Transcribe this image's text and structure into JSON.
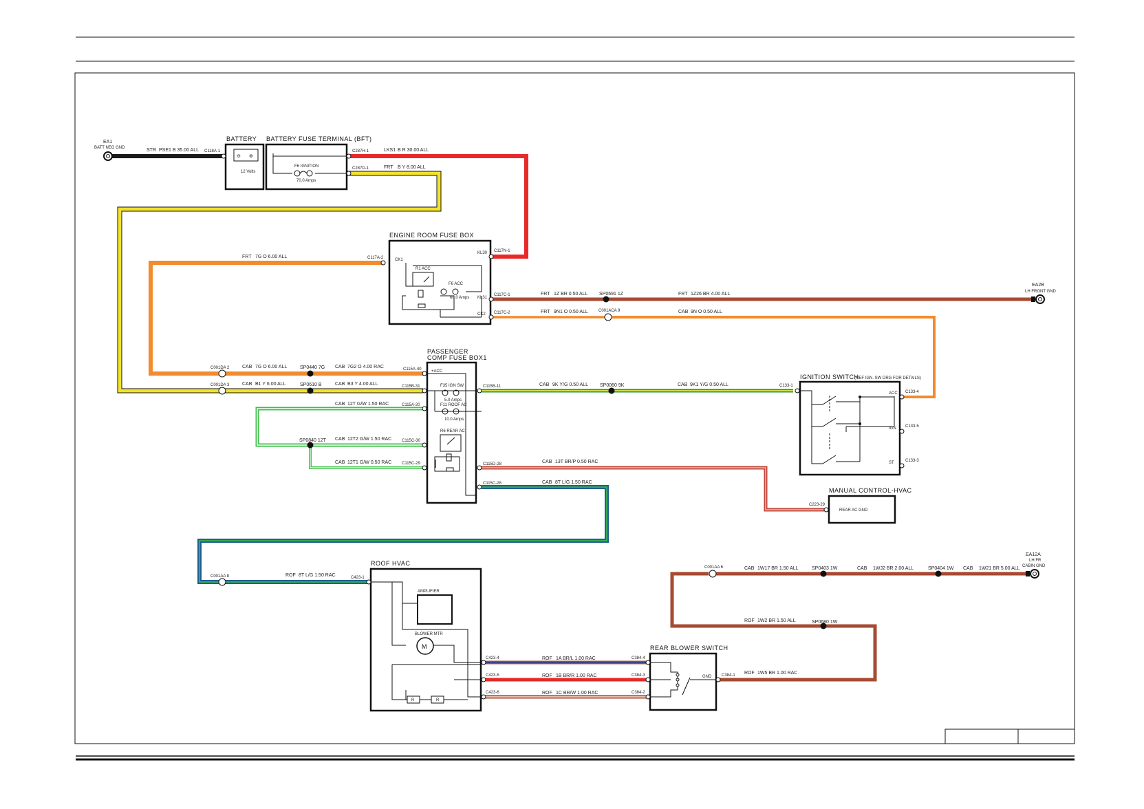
{
  "components": {
    "battery": "BATTERY",
    "battery_sub": "12 Volts",
    "bft": "BATTERY FUSE TERMINAL (BFT)",
    "bft_fuse": "F6 IGNITION",
    "bft_fuse_amps": "70.0 Amps",
    "erfb": "ENGINE ROOM FUSE BOX",
    "erfb_relay": "R1 ACC",
    "erfb_fuse": "F6 ACC",
    "erfb_fuse_amps": "60.0 Amps",
    "pcfb_1": "PASSENGER",
    "pcfb_2": "COMP FUSE BOX1",
    "pcfb_acc": "+ACC",
    "pcfb_f1": "F35 IGN SW",
    "pcfb_f1_amps": "5.0 Amps",
    "pcfb_f2": "F11 ROOF AC",
    "pcfb_f2_amps": "10.0 Amps",
    "pcfb_relay": "R6 REAR AC",
    "ign_switch": "IGNITION SWITCH",
    "ign_note": "(REF IGN. SW DRG FOR DETAILS)",
    "ign_acc": "ACC",
    "ign_ign": "IGN",
    "ign_st": "ST",
    "manual_hvac": "MANUAL CONTROL-HVAC",
    "manual_hvac_sub": "REAR AC GND",
    "roof_hvac": "ROOF HVAC",
    "amplifier": "AMPLIFIER",
    "blower_mtr": "BLOWER MTR",
    "motor_m": "M",
    "res_r1": "R",
    "res_r2": "R",
    "rear_blower": "REAR BLOWER SWITCH",
    "rear_blower_gnd": "GND"
  },
  "grounds": {
    "ea1": "EA1",
    "ea1_sub": "BATT NEG GND",
    "ea2b": "EA2B",
    "ea2b_sub": "LH FRONT GND",
    "ea12a": "EA12A",
    "ea12a_sub1": "LH FR",
    "ea12a_sub2": "CABIN GND"
  },
  "wire_labels": {
    "w1_harness": "STR",
    "w1_desc": "PSE1 B 35.00 ALL",
    "w2_harness": "LKS1",
    "w2_desc": "B R 30.00 ALL",
    "w3_harness": "FRT",
    "w3_desc": "B Y 8.00 ALL",
    "w4_harness": "FRT",
    "w4_desc": "7G O 6.00 ALL",
    "w5a_harness": "FRT",
    "w5a_desc": "1Z BR 0.50 ALL",
    "w5_splice": "SP0691 1Z",
    "w5b_harness": "FRT",
    "w5b_desc": "1Z26 BR 4.00 ALL",
    "w6a_harness": "FRT",
    "w6a_desc": "9N1 O 0.50 ALL",
    "w6b_harness": "CAB",
    "w6b_desc": "9N O 0.50 ALL",
    "w7a_harness": "CAB",
    "w7a_desc": "7G O 6.00 ALL",
    "w7_splice": "SP0440 7G",
    "w7b_harness": "CAB",
    "w7b_desc": "7G2 O 4.00 RAC",
    "w8a_harness": "CAB",
    "w8a_desc": "B1 Y 6.00 ALL",
    "w8_splice": "SP0610 B",
    "w8b_harness": "CAB",
    "w8b_desc": "B3 Y 4.00 ALL",
    "w9a_harness": "CAB",
    "w9a_desc": "9K Y/G 0.50 ALL",
    "w9_splice": "SP0060 9K",
    "w9b_harness": "CAB",
    "w9b_desc": "9K1 Y/G 0.50 ALL",
    "w10_harness": "CAB",
    "w10_desc": "12T G/W 1.50 RAC",
    "w11_splice": "SP0840 12T",
    "w11_harness": "CAB",
    "w11_desc": "12T2 G/W 1.50 RAC",
    "w12_harness": "CAB",
    "w12_desc": "12T1 G/W 0.50 RAC",
    "w13_harness": "CAB",
    "w13_desc": "13T BR/P 0.50 RAC",
    "w14_harness": "CAB",
    "w14_desc": "8T L/G 1.50 RAC",
    "w15_harness": "ROF",
    "w15_desc": "8T L/G 1.50 RAC",
    "w16_harness": "ROF",
    "w16_desc": "1A BR/L 1.00 RAC",
    "w17_harness": "ROF",
    "w17_desc": "1B BR/R 1.00 RAC",
    "w18_harness": "ROF",
    "w18_desc": "1C BR/W 1.00 RAC",
    "w19a_harness": "CAB",
    "w19a_desc": "1W17 BR 1.50 ALL",
    "w19_splice1": "SP0403 1W",
    "w19b_harness": "CAB",
    "w19b_desc": "1WJ2 BR 2.00 ALL",
    "w19_splice2": "SP0404 1W",
    "w19c_harness": "CAB",
    "w19c_desc": "1W21 BR 5.00 ALL",
    "w20_harness": "ROF",
    "w20_desc": "1W2 BR 1.50 ALL",
    "w20_splice": "SP0680 1W",
    "w21_harness": "ROF",
    "w21_desc": "1W5 BR 1.00 RAC"
  },
  "connectors": {
    "c118a1": "C118A-1",
    "c287h1": "C287H-1",
    "c287d1": "C287D-1",
    "c117n1": "C117N-1",
    "kl30": "KL30",
    "kl31": "KL31",
    "c117a2": "C117A-2",
    "ck1": "CK1",
    "ck2": "CK2",
    "c117c1": "C117C-1",
    "c117c2": "C117C-2",
    "c001aca9": "C001ACA 9",
    "c001da2": "C001DA 2",
    "c001da3": "C001DA 3",
    "c115a40": "C115A-40",
    "c115b31": "C115B-31",
    "c115a20": "C115A-20",
    "c115c30": "C115C-30",
    "c115c29": "C115C-29",
    "c115b11": "C115B-11",
    "c115d28": "C115D-28",
    "c115c28": "C115C-28",
    "c133_1": "C133-1",
    "c133_4": "C133-4",
    "c133_5": "C133-5",
    "c133_3": "C133-3",
    "c223_29": "C223-29",
    "c001aa8": "C001AA 8",
    "c423_1": "C423-1",
    "c423_4": "C423-4",
    "c423_5": "C423-5",
    "c423_6": "C423-6",
    "c384_4": "C384-4",
    "c384_3": "C384-3",
    "c384_2": "C384-2",
    "c384_1": "C384-1",
    "c001aa6": "C001AA 6"
  },
  "colors": {
    "black": "#1a1a1a",
    "red": "#e8292a",
    "yellow": "#f2e22e",
    "orange": "#f28a2e",
    "brown": "#a64a32",
    "green": "#3fbf4a",
    "lightgreen": "#9ccc3c",
    "blue": "#1f5f8f",
    "pink": "#f2b8b0"
  }
}
